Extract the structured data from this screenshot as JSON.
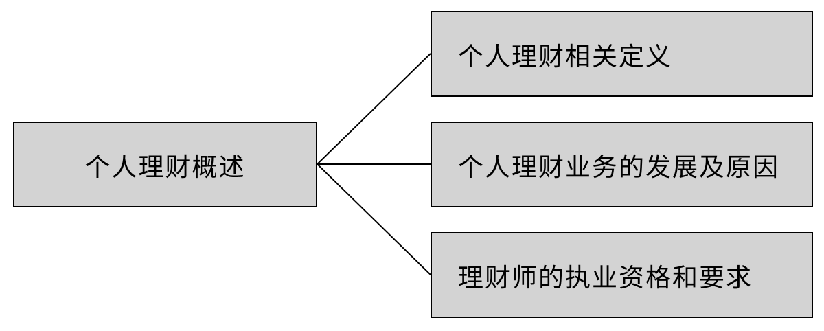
{
  "diagram": {
    "root": {
      "label": "个人理财概述"
    },
    "children": [
      {
        "label": "个人理财相关定义"
      },
      {
        "label": "个人理财业务的发展及原因"
      },
      {
        "label": "理财师的执业资格和要求"
      }
    ]
  },
  "colors": {
    "box_fill": "#d3d3d3",
    "line": "#000000",
    "text": "#000000"
  }
}
